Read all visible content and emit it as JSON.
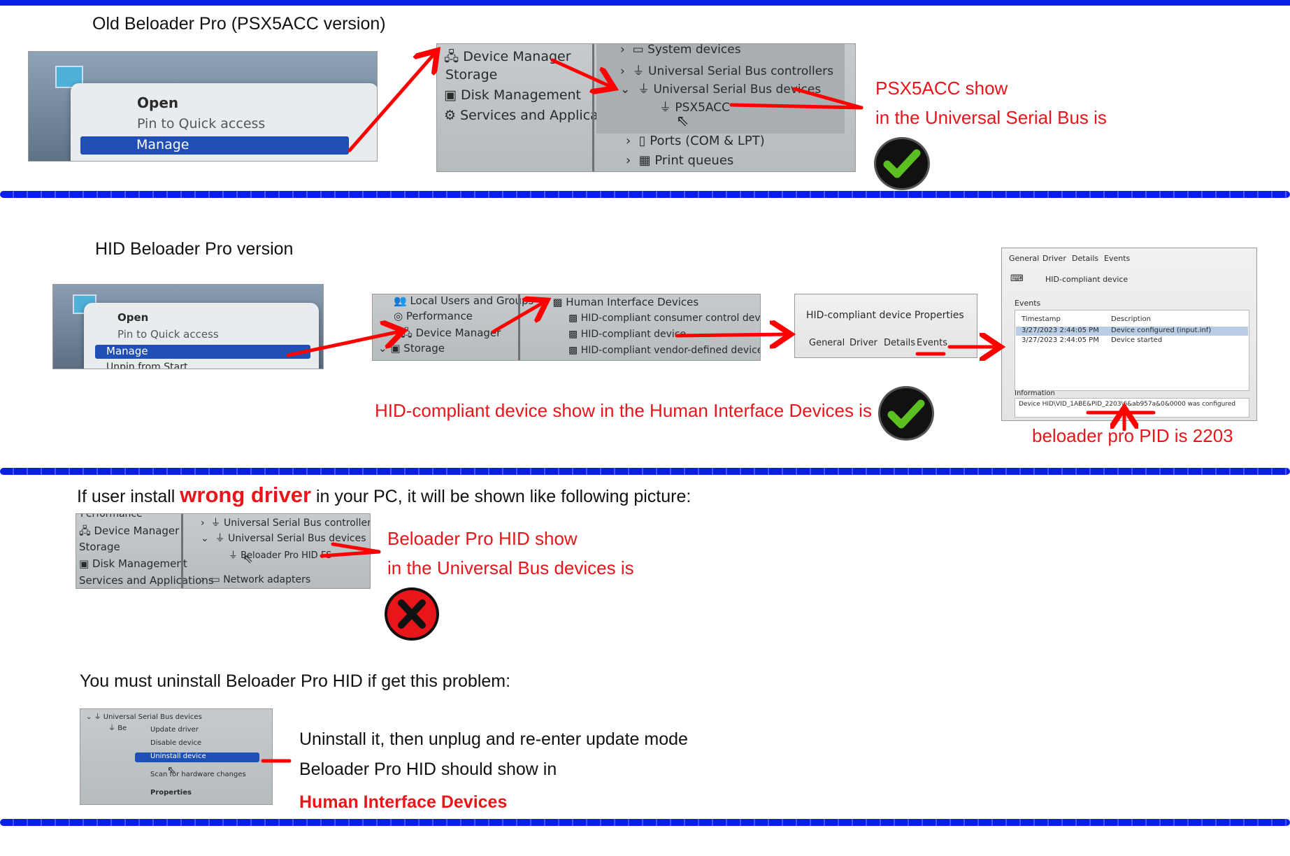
{
  "section1": {
    "title": "Old Beloader Pro (PSX5ACC version)",
    "menu": {
      "open": "Open",
      "pin": "Pin to Quick access",
      "manage": "Manage"
    },
    "tree": {
      "device_manager": "Device Manager",
      "storage": "Storage",
      "disk_management": "Disk Management",
      "services": "Services and Applications",
      "system_devices": "System devices",
      "usb_controllers": "Universal Serial Bus controllers",
      "usb_devices": "Universal Serial Bus devices",
      "psx5acc": "PSX5ACC",
      "ports": "Ports (COM & LPT)",
      "print_queues": "Print queues"
    },
    "note_line1": "PSX5ACC show",
    "note_line2": "in the Universal Serial Bus is"
  },
  "section2": {
    "title": "HID Beloader Pro version",
    "menu": {
      "open": "Open",
      "pin": "Pin to Quick access",
      "manage": "Manage",
      "unpin": "Unpin from Start"
    },
    "tree": {
      "local_users": "Local Users and Groups",
      "performance": "Performance",
      "device_manager": "Device Manager",
      "storage": "Storage",
      "hid_devices": "Human Interface Devices",
      "consumer_control": "HID-compliant consumer control device",
      "hid_device": "HID-compliant device",
      "vendor_defined": "HID-compliant vendor-defined device"
    },
    "props": {
      "title": "HID-compliant device Properties",
      "tabs": [
        "General",
        "Driver",
        "Details",
        "Events"
      ]
    },
    "events": {
      "tabs": [
        "General",
        "Driver",
        "Details",
        "Events"
      ],
      "device": "HID-compliant device",
      "events_label": "Events",
      "col_timestamp": "Timestamp",
      "col_description": "Description",
      "rows": [
        {
          "ts": "3/27/2023 2:44:05 PM",
          "desc": "Device configured (input.inf)"
        },
        {
          "ts": "3/27/2023 2:44:05 PM",
          "desc": "Device started"
        }
      ],
      "info_label": "Information",
      "info_text": "Device HID\\VID_1ABE&PID_2203\\6&ab957a&0&0000 was configured"
    },
    "note_hid": "HID-compliant device show in the Human Interface Devices is",
    "note_pid": "beloader pro PID is 2203"
  },
  "section3": {
    "intro_before": "If user install ",
    "intro_emph": "wrong driver",
    "intro_after": " in your PC, it will be shown like following picture:",
    "tree": {
      "performance": "Performance",
      "device_manager": "Device Manager",
      "storage": "Storage",
      "disk_management": "Disk Management",
      "services": "Services and Applications",
      "usb_controllers": "Universal Serial Bus controllers",
      "usb_devices": "Universal Serial Bus devices",
      "hid_fs": "Beloader Pro HID FS",
      "network": "Network adapters"
    },
    "note_line1": "Beloader Pro HID show",
    "note_line2": "in the Universal Bus devices is"
  },
  "section4": {
    "title": "You must uninstall Beloader Pro HID if get this problem:",
    "menu": {
      "usb_devices": "Universal Serial Bus devices",
      "be": "Be",
      "update": "Update driver",
      "disable": "Disable device",
      "uninstall": "Uninstall device",
      "scan": "Scan for hardware changes",
      "properties": "Properties"
    },
    "line1": "Uninstall it, then unplug and re-enter update mode",
    "line2": "Beloader Pro HID should show in",
    "line3": "Human Interface Devices"
  },
  "colors": {
    "rule": "#0a1fe6",
    "note": "#e8161b",
    "ok": "#5bbf21",
    "highlight": "#1f4fb5"
  }
}
